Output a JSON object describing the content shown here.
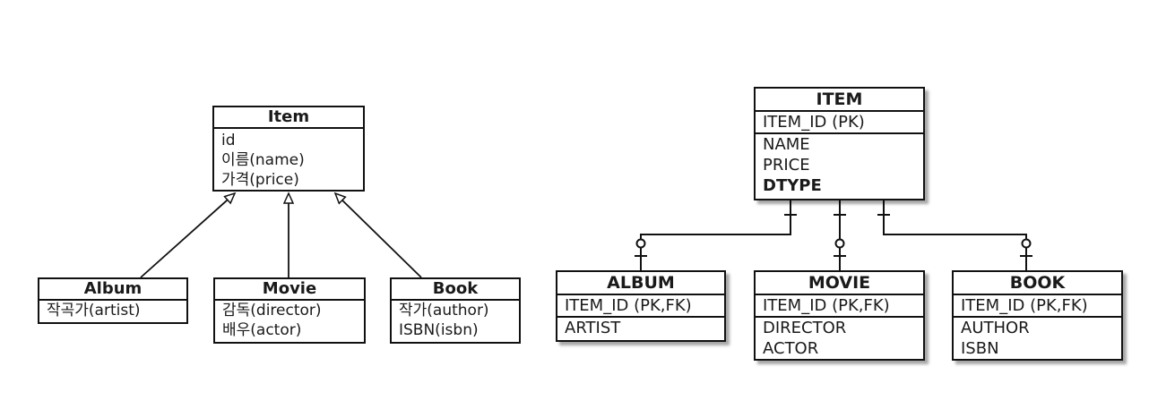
{
  "uml": {
    "item": {
      "title": "Item",
      "fields": [
        "id",
        "이름(name)",
        "가격(price)"
      ]
    },
    "album": {
      "title": "Album",
      "fields": [
        "작곡가(artist)"
      ]
    },
    "movie": {
      "title": "Movie",
      "fields": [
        "감독(director)",
        "배우(actor)"
      ]
    },
    "book": {
      "title": "Book",
      "fields": [
        "작가(author)",
        "ISBN(isbn)"
      ]
    }
  },
  "erd": {
    "item": {
      "title": "ITEM",
      "key": "ITEM_ID (PK)",
      "columns": [
        "NAME",
        "PRICE",
        "DTYPE"
      ]
    },
    "album": {
      "title": "ALBUM",
      "key": "ITEM_ID (PK,FK)",
      "columns": [
        "ARTIST"
      ]
    },
    "movie": {
      "title": "MOVIE",
      "key": "ITEM_ID (PK,FK)",
      "columns": [
        "DIRECTOR",
        "ACTOR"
      ]
    },
    "book": {
      "title": "BOOK",
      "key": "ITEM_ID (PK,FK)",
      "columns": [
        "AUTHOR",
        "ISBN"
      ]
    }
  }
}
